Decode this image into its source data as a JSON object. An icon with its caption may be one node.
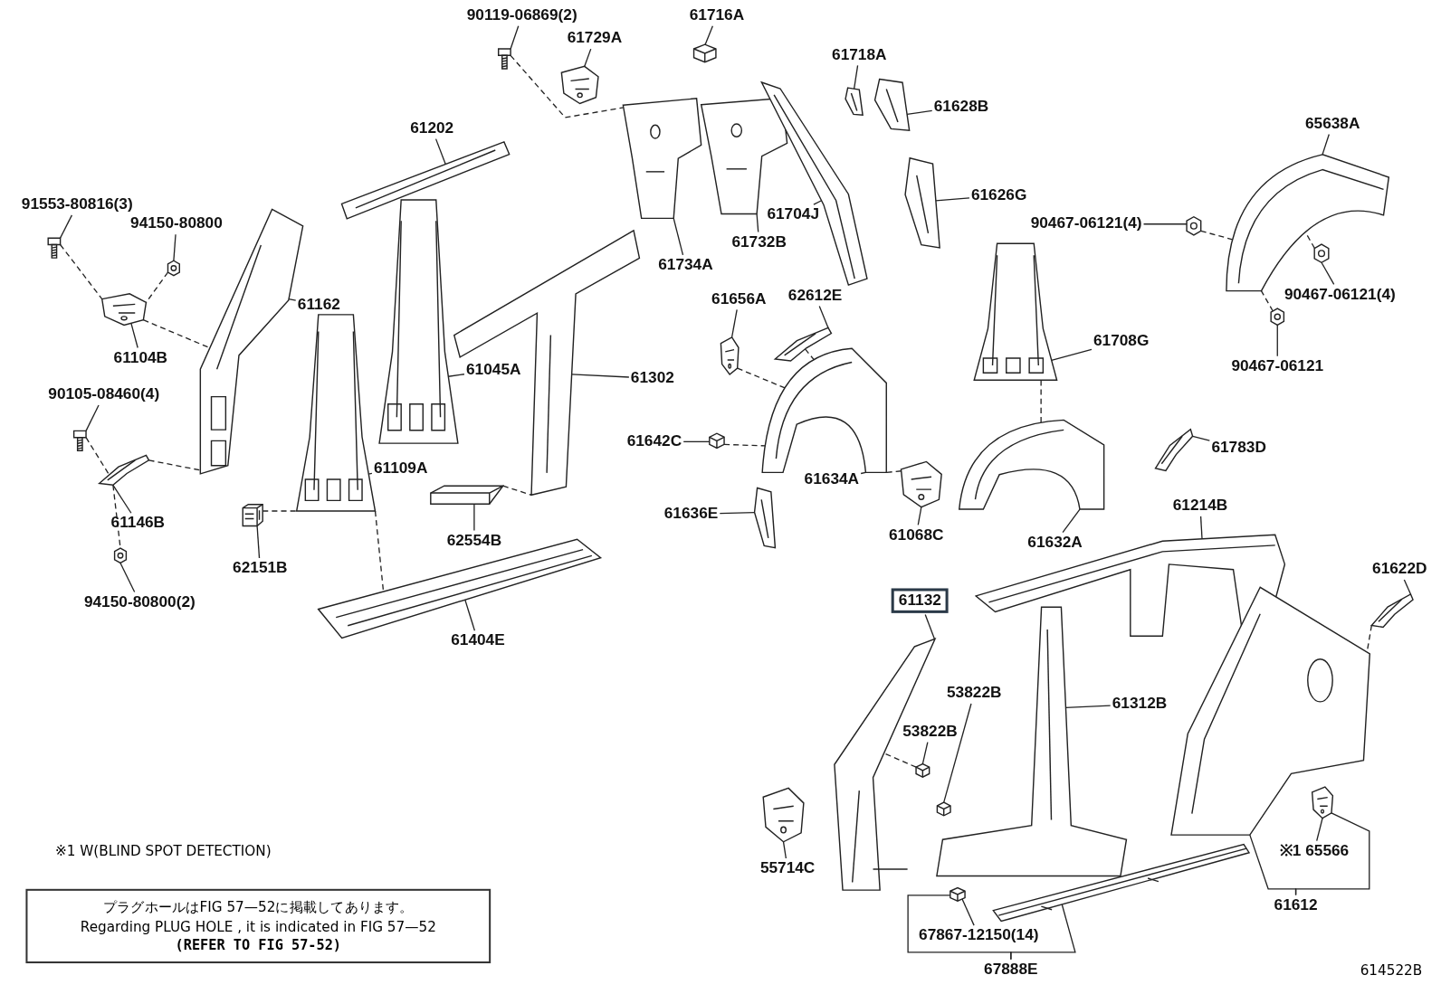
{
  "diagram": {
    "nodes": [
      {
        "text": [
          "90119-06869(2)"
        ]
      },
      {
        "text": [
          "61729A"
        ]
      },
      {
        "text": [
          "61716A"
        ]
      },
      {
        "text": [
          "61202"
        ]
      },
      {
        "text": [
          "91553-80816(3)"
        ]
      },
      {
        "text": [
          "94150-80800"
        ]
      },
      {
        "text": [
          "61734A"
        ]
      },
      {
        "text": [
          "61732B"
        ]
      },
      {
        "text": [
          "61704J"
        ]
      },
      {
        "text": [
          "61718A"
        ]
      },
      {
        "text": [
          "61628B"
        ]
      },
      {
        "text": [
          "61626G"
        ]
      },
      {
        "text": [
          "65638A"
        ]
      },
      {
        "text": [
          "90467-06121(4)"
        ]
      },
      {
        "text": [
          "90467-06121(4)"
        ]
      },
      {
        "text": [
          "61162"
        ]
      },
      {
        "text": [
          "61104B"
        ]
      },
      {
        "text": [
          "61656A"
        ]
      },
      {
        "text": [
          "62612E"
        ]
      },
      {
        "text": [
          "61708G"
        ]
      },
      {
        "text": [
          "90467-06121"
        ]
      },
      {
        "text": [
          "61045A"
        ]
      },
      {
        "text": [
          "61302"
        ]
      },
      {
        "text": [
          "90105-08460(4)"
        ]
      },
      {
        "text": [
          "61642C"
        ]
      },
      {
        "text": [
          "61783D"
        ]
      },
      {
        "text": [
          "61109A"
        ]
      },
      {
        "text": [
          "61634A"
        ]
      },
      {
        "text": [
          "61146B"
        ]
      },
      {
        "text": [
          "61636E"
        ]
      },
      {
        "text": [
          "61068C"
        ]
      },
      {
        "text": [
          "62554B"
        ]
      },
      {
        "text": [
          "61632A"
        ]
      },
      {
        "text": [
          "61214B"
        ]
      },
      {
        "text": [
          "62151B"
        ]
      },
      {
        "text": [
          "61622D"
        ]
      },
      {
        "text": [
          "94150-80800(2)"
        ]
      },
      {
        "text": [
          "61132"
        ]
      },
      {
        "text": [
          "61404E"
        ]
      },
      {
        "text": [
          "53822B"
        ]
      },
      {
        "text": [
          "61312B"
        ]
      },
      {
        "text": [
          "53822B"
        ]
      },
      {
        "text": [
          "55714C"
        ]
      },
      {
        "text": [
          "※1 65566"
        ]
      },
      {
        "text": [
          "61612"
        ]
      },
      {
        "text": [
          "67867-12150(14)"
        ]
      },
      {
        "text": [
          "67888E"
        ]
      },
      {
        "text": [
          "プラグホールはFIG 57—52に掲載してあります。",
          "Regarding PLUG HOLE , it is indicated in FIG 57—52",
          "(REFER TO FIG 57-52)"
        ]
      },
      {
        "text": [],
        "shape": "picture"
      },
      {
        "text": [],
        "shape": "picture"
      },
      {
        "text": [],
        "shape": "picture"
      },
      {
        "text": [],
        "shape": "picture"
      },
      {
        "text": [],
        "shape": "picture"
      },
      {
        "text": [],
        "shape": "picture"
      },
      {
        "text": [],
        "shape": "picture"
      },
      {
        "text": [],
        "shape": "picture"
      },
      {
        "text": [],
        "shape": "picture"
      },
      {
        "text": [],
        "shape": "picture"
      },
      {
        "text": [],
        "shape": "picture"
      },
      {
        "text": [],
        "shape": "picture"
      },
      {
        "text": [],
        "shape": "picture"
      },
      {
        "text": [],
        "shape": "picture"
      },
      {
        "text": [],
        "shape": "picture"
      },
      {
        "text": [],
        "shape": "picture"
      },
      {
        "text": [],
        "shape": "picture"
      },
      {
        "text": [],
        "shape": "picture"
      },
      {
        "text": [],
        "shape": "picture"
      },
      {
        "text": [],
        "shape": "picture"
      },
      {
        "text": [],
        "shape": "picture"
      },
      {
        "text": [],
        "shape": "picture"
      },
      {
        "text": [],
        "shape": "picture"
      },
      {
        "text": [],
        "shape": "picture"
      },
      {
        "text": [],
        "shape": "picture"
      },
      {
        "text": [],
        "shape": "picture"
      },
      {
        "text": [],
        "shape": "picture"
      },
      {
        "text": [],
        "shape": "picture"
      },
      {
        "text": [],
        "shape": "picture"
      },
      {
        "text": [],
        "shape": "picture"
      },
      {
        "text": [],
        "shape": "picture"
      },
      {
        "text": [],
        "shape": "picture"
      },
      {
        "text": [],
        "shape": "picture"
      },
      {
        "text": [],
        "shape": "picture"
      },
      {
        "text": [],
        "shape": "picture"
      },
      {
        "text": [],
        "shape": "picture"
      },
      {
        "text": [],
        "shape": "picture"
      },
      {
        "text": [],
        "shape": "picture"
      },
      {
        "text": [],
        "shape": "picture"
      },
      {
        "text": [],
        "shape": "picture"
      },
      {
        "text": [],
        "shape": "picture"
      },
      {
        "text": [],
        "shape": "picture"
      },
      {
        "text": [],
        "shape": "picture"
      },
      {
        "text": [],
        "shape": "picture"
      },
      {
        "text": [],
        "shape": "picture"
      },
      {
        "text": [],
        "shape": "picture"
      },
      {
        "text": [],
        "shape": "picture"
      }
    ],
    "edges": [
      {
        "from": 4,
        "to": 48,
        "arrow": "none"
      },
      {
        "from": 5,
        "to": 49,
        "arrow": "none"
      },
      {
        "from": 16,
        "to": 50,
        "arrow": "none"
      },
      {
        "from": 23,
        "to": 51,
        "arrow": "none"
      },
      {
        "from": 28,
        "to": 52,
        "arrow": "none"
      },
      {
        "from": 36,
        "to": 53,
        "arrow": "none"
      },
      {
        "from": 15,
        "to": 54,
        "arrow": "none"
      },
      {
        "from": 34,
        "to": 55,
        "arrow": "none"
      },
      {
        "from": 26,
        "to": 56,
        "arrow": "none"
      },
      {
        "from": 3,
        "to": 57,
        "arrow": "none"
      },
      {
        "from": 21,
        "to": 58,
        "arrow": "none"
      },
      {
        "from": 31,
        "to": 59,
        "arrow": "none"
      },
      {
        "from": 22,
        "to": 60,
        "arrow": "none"
      },
      {
        "from": 38,
        "to": 61,
        "arrow": "none"
      },
      {
        "from": 0,
        "to": 62,
        "arrow": "none"
      },
      {
        "from": 1,
        "to": 63,
        "arrow": "none"
      },
      {
        "from": 6,
        "to": 64,
        "arrow": "none"
      },
      {
        "from": 2,
        "to": 65,
        "arrow": "none"
      },
      {
        "from": 7,
        "to": 66,
        "arrow": "none"
      },
      {
        "from": 17,
        "to": 67,
        "arrow": "none"
      },
      {
        "from": 24,
        "to": 68,
        "arrow": "none"
      },
      {
        "from": 18,
        "to": 69,
        "arrow": "none"
      },
      {
        "from": 29,
        "to": 70,
        "arrow": "none"
      },
      {
        "from": 27,
        "to": 71,
        "arrow": "none"
      },
      {
        "from": 8,
        "to": 72,
        "arrow": "none"
      },
      {
        "from": 9,
        "to": 73,
        "arrow": "none"
      },
      {
        "from": 10,
        "to": 74,
        "arrow": "none"
      },
      {
        "from": 11,
        "to": 75,
        "arrow": "none"
      },
      {
        "from": 30,
        "to": 76,
        "arrow": "none"
      },
      {
        "from": 19,
        "to": 77,
        "arrow": "none"
      },
      {
        "from": 32,
        "to": 78,
        "arrow": "none"
      },
      {
        "from": 25,
        "to": 79,
        "arrow": "none"
      },
      {
        "from": 13,
        "to": 80,
        "arrow": "none"
      },
      {
        "from": 12,
        "to": 81,
        "arrow": "none"
      },
      {
        "from": 14,
        "to": 82,
        "arrow": "none"
      },
      {
        "from": 20,
        "to": 83,
        "arrow": "none"
      },
      {
        "from": 35,
        "to": 84,
        "arrow": "none"
      },
      {
        "from": 33,
        "to": 85,
        "arrow": "none"
      },
      {
        "from": 37,
        "to": 86,
        "arrow": "none"
      },
      {
        "from": 39,
        "to": 88,
        "arrow": "none"
      },
      {
        "from": 41,
        "to": 87,
        "arrow": "none"
      },
      {
        "from": 40,
        "to": 89,
        "arrow": "none"
      },
      {
        "from": 44,
        "to": 90,
        "arrow": "none"
      },
      {
        "from": 44,
        "to": 91,
        "arrow": "none"
      },
      {
        "from": 43,
        "to": 91,
        "arrow": "none"
      },
      {
        "from": 42,
        "to": 92,
        "arrow": "none"
      },
      {
        "from": 45,
        "to": 93,
        "arrow": "none"
      },
      {
        "from": 46,
        "to": 94,
        "arrow": "none"
      },
      {
        "from": 46,
        "to": 93,
        "arrow": "none"
      },
      {
        "from": 62,
        "to": 64,
        "arrow": "none",
        "style": "dashed"
      },
      {
        "from": 48,
        "to": 50,
        "arrow": "none",
        "style": "dashed"
      },
      {
        "from": 49,
        "to": 50,
        "arrow": "none",
        "style": "dashed"
      },
      {
        "from": 50,
        "to": 54,
        "arrow": "none",
        "style": "dashed"
      },
      {
        "from": 51,
        "to": 52,
        "arrow": "none",
        "style": "dashed"
      },
      {
        "from": 52,
        "to": 53,
        "arrow": "none",
        "style": "dashed"
      },
      {
        "from": 52,
        "to": 54,
        "arrow": "none",
        "style": "dashed"
      },
      {
        "from": 55,
        "to": 56,
        "arrow": "none",
        "style": "dashed"
      },
      {
        "from": 56,
        "to": 61,
        "arrow": "none",
        "style": "dashed"
      },
      {
        "from": 59,
        "to": 60,
        "arrow": "none",
        "style": "dashed"
      },
      {
        "from": 67,
        "to": 71,
        "arrow": "none",
        "style": "dashed"
      },
      {
        "from": 69,
        "to": 71,
        "arrow": "none",
        "style": "dashed"
      },
      {
        "from": 68,
        "to": 71,
        "arrow": "none",
        "style": "dashed"
      },
      {
        "from": 76,
        "to": 71,
        "arrow": "none",
        "style": "dashed"
      },
      {
        "from": 77,
        "to": 78,
        "arrow": "none",
        "style": "dashed"
      },
      {
        "from": 80,
        "to": 81,
        "arrow": "none",
        "style": "dashed"
      },
      {
        "from": 82,
        "to": 81,
        "arrow": "none",
        "style": "dashed"
      },
      {
        "from": 83,
        "to": 81,
        "arrow": "none",
        "style": "dashed"
      },
      {
        "from": 84,
        "to": 90,
        "arrow": "none",
        "style": "dashed"
      },
      {
        "from": 87,
        "to": 86,
        "arrow": "none",
        "style": "dashed"
      }
    ],
    "labels": [
      "※1 W(BLIND SPOT DETECTION)",
      "614522B"
    ]
  }
}
